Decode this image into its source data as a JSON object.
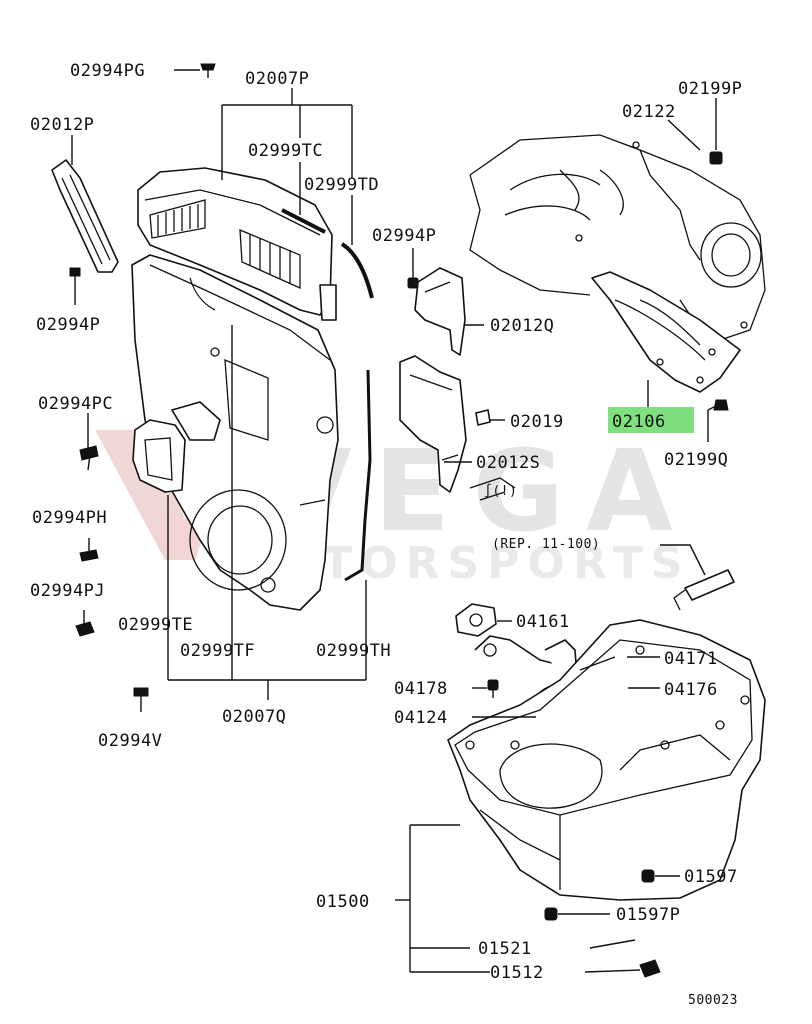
{
  "highlight_color": "#7ee07e",
  "watermark": {
    "main": "VEGA",
    "sub": "MOTORSPORTS",
    "color": "#c8c8c8",
    "accent": "#e6b4b4"
  },
  "labels": {
    "l02994PG": "02994PG",
    "l02007P": "02007P",
    "l02199P": "02199P",
    "l02122": "02122",
    "l02012P": "02012P",
    "l02999TC": "02999TC",
    "l02999TD": "02999TD",
    "l02994P_a": "02994P",
    "l02994P_b": "02994P",
    "l02012Q": "02012Q",
    "l02994PC": "02994PC",
    "l02019": "02019",
    "l02106": "02106",
    "l02199Q": "02199Q",
    "l02012S": "02012S",
    "l02994PH": "02994PH",
    "lREP": "(REP. 11-100)",
    "l02994PJ": "02994PJ",
    "l02999TE": "02999TE",
    "l04161": "04161",
    "l02999TF": "02999TF",
    "l02999TH": "02999TH",
    "l04171": "04171",
    "l04178": "04178",
    "l04176": "04176",
    "l02007Q": "02007Q",
    "l04124": "04124",
    "l02994V": "02994V",
    "l01597a": "01597",
    "l01500": "01500",
    "l01597P": "01597P",
    "l01521": "01521",
    "l01512": "01512",
    "l500023": "500023"
  }
}
